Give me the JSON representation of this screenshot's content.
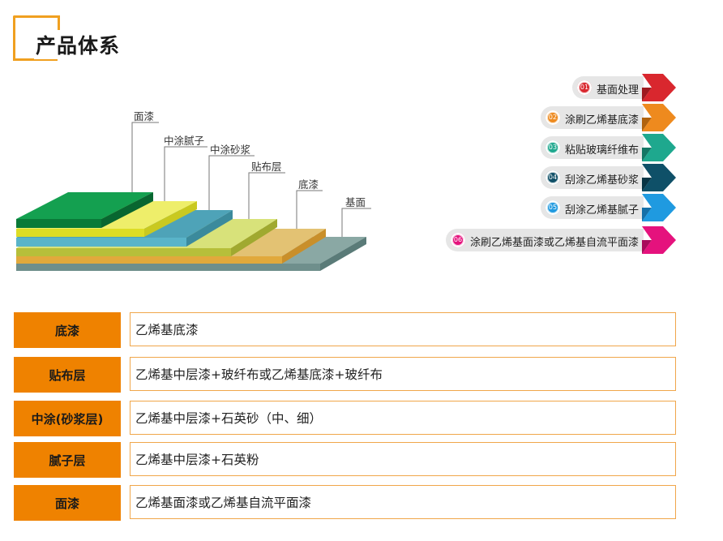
{
  "header": {
    "title": "产品体系"
  },
  "diagram": {
    "layer_labels": [
      "面漆",
      "中涂腻子",
      "中涂砂浆",
      "贴布层",
      "底漆",
      "基面"
    ]
  },
  "steps": [
    {
      "num": "01",
      "label": "基面处理",
      "color": "#d9272e"
    },
    {
      "num": "02",
      "label": "涂刷乙烯基底漆",
      "color": "#ee8a1e"
    },
    {
      "num": "03",
      "label": "粘贴玻璃纤维布",
      "color": "#1ea88e"
    },
    {
      "num": "04",
      "label": "刮涂乙烯基砂浆",
      "color": "#0f5068"
    },
    {
      "num": "05",
      "label": "刮涂乙烯基腻子",
      "color": "#1f9ae0"
    },
    {
      "num": "06",
      "label": "涂刷乙烯基面漆或乙烯基自流平面漆",
      "color": "#e5127d"
    }
  ],
  "table": [
    {
      "name": "底漆",
      "desc": "乙烯基底漆"
    },
    {
      "name": "贴布层",
      "desc": "乙烯基中层漆+玻纤布或乙烯基底漆+玻纤布"
    },
    {
      "name": "中涂(砂浆层)",
      "desc": "乙烯基中层漆+石英砂（中、细）"
    },
    {
      "name": "腻子层",
      "desc": "乙烯基中层漆+石英粉"
    },
    {
      "name": "面漆",
      "desc": "乙烯基面漆或乙烯基自流平面漆"
    }
  ]
}
